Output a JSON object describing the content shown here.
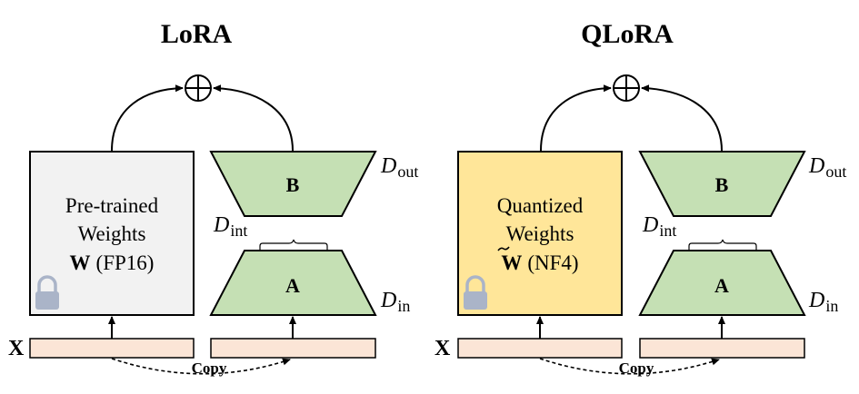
{
  "colors": {
    "weights_lora_fill": "#f2f2f2",
    "weights_qlora_fill": "#ffe699",
    "adapter_fill": "#c5e0b4",
    "input_fill": "#fbe5d6",
    "lock": "#aab4c8"
  },
  "lora": {
    "title": "LoRA",
    "weights_line1": "Pre-trained",
    "weights_line2": "Weights",
    "weights_symbol": "W",
    "weights_format": "(FP16)",
    "adapter_b": "B",
    "adapter_a": "A",
    "d_out_main": "D",
    "d_out_sub": "out",
    "d_int_main": "D",
    "d_int_sub": "int",
    "d_in_main": "D",
    "d_in_sub": "in",
    "input_label": "X",
    "copy_label": "Copy"
  },
  "qlora": {
    "title": "QLoRA",
    "weights_line1": "Quantized",
    "weights_line2": "Weights",
    "weights_symbol": "W",
    "weights_format": "(NF4)",
    "adapter_b": "B",
    "adapter_a": "A",
    "d_out_main": "D",
    "d_out_sub": "out",
    "d_int_main": "D",
    "d_int_sub": "int",
    "d_in_main": "D",
    "d_in_sub": "in",
    "input_label": "X",
    "copy_label": "Copy"
  },
  "icons": {
    "sum": "circled-plus-icon",
    "lock": "lock-icon",
    "tilde": "tilde-icon"
  }
}
